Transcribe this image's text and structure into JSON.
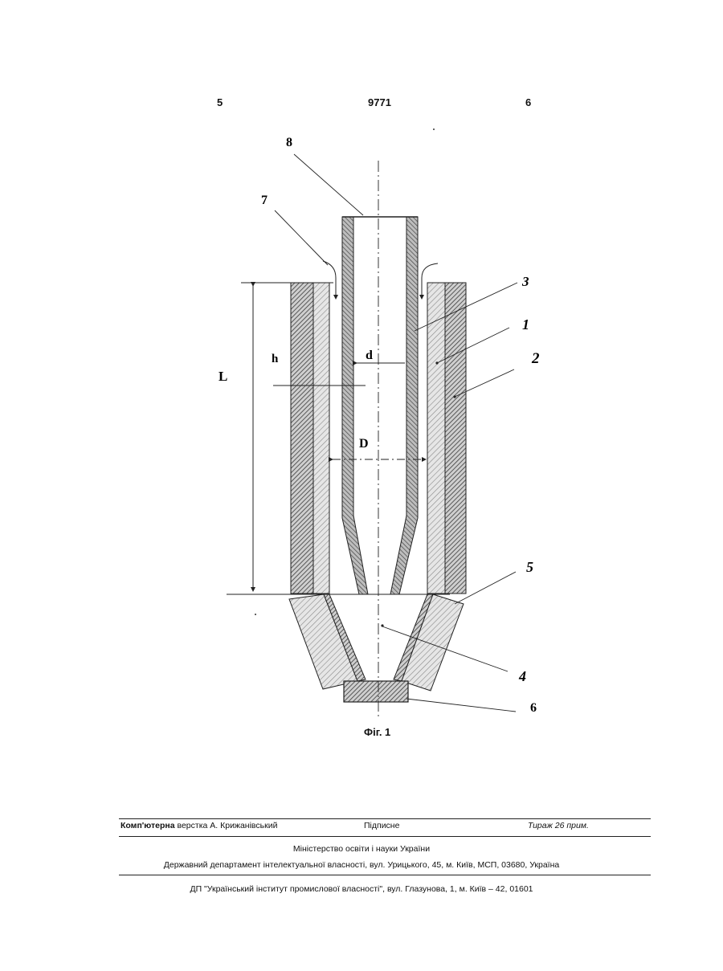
{
  "header": {
    "page_left": "5",
    "patent_number": "9771",
    "page_right": "6"
  },
  "figure": {
    "caption": "Фіг. 1",
    "labels": {
      "n1": "1",
      "n2": "2",
      "n3": "3",
      "n4": "4",
      "n5": "5",
      "n6": "6",
      "n7": "7",
      "n8": "8",
      "L": "L",
      "h": "h",
      "d": "d",
      "D": "D"
    },
    "colors": {
      "stroke": "#222222",
      "hatch_dark": "#555555",
      "hatch_light": "#9a9a9a"
    }
  },
  "footer": {
    "layout_bold": "Комп'ютерна",
    "layout_rest": " верстка А. Крижанівський",
    "signed": "Підписне",
    "circulation": "Тираж 26 прим.",
    "ministry": "Міністерство освіти і науки України",
    "department": "Державний департамент інтелектуальної власності, вул. Урицького, 45, м. Київ, МСП, 03680, Україна",
    "institute": "ДП \"Український інститут промислової власності\", вул. Глазунова, 1, м. Київ – 42, 01601"
  }
}
